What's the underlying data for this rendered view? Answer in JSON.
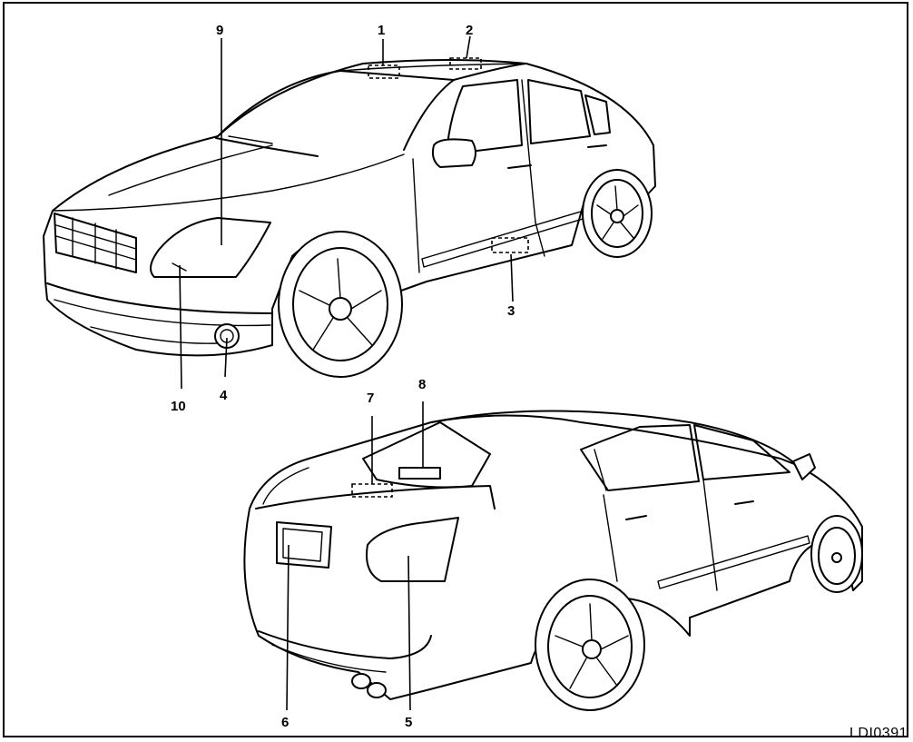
{
  "figure_code": "LDI0391",
  "callouts": [
    "1",
    "2",
    "3",
    "4",
    "5",
    "6",
    "7",
    "8",
    "9",
    "10"
  ]
}
